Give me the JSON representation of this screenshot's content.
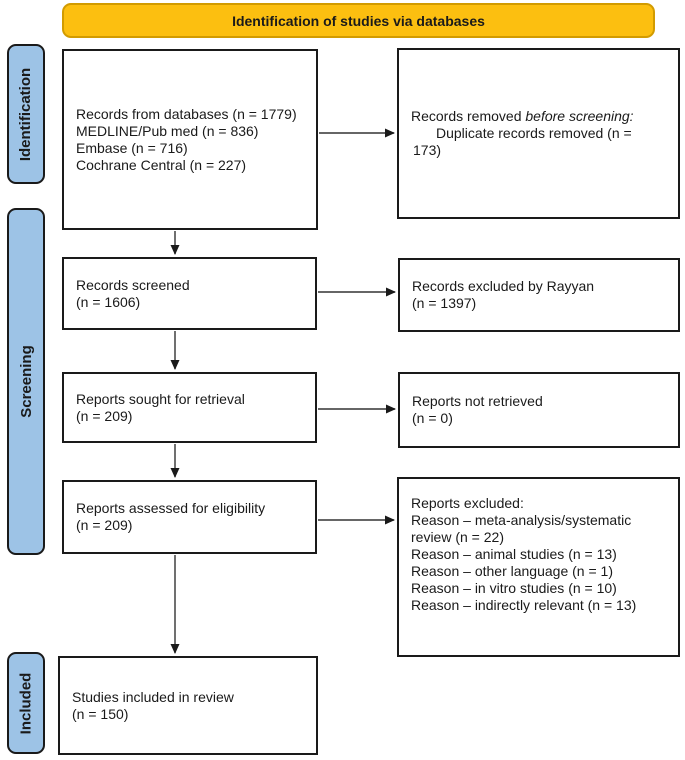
{
  "header": {
    "title": "Identification of studies via databases"
  },
  "stages": [
    {
      "label": "Identification"
    },
    {
      "label": "Screening"
    },
    {
      "label": "Included"
    }
  ],
  "boxes": {
    "records_identified": {
      "lines": [
        "Records from databases (n = 1779)",
        "MEDLINE/Pub med (n = 836)",
        "Embase (n = 716)",
        "Cochrane Central (n = 227)"
      ]
    },
    "records_removed": {
      "intro_regular": "Records removed ",
      "intro_italic": "before screening:",
      "detail_lines": [
        "Duplicate records removed (n =",
        "173)"
      ]
    },
    "records_screened": {
      "lines": [
        "Records screened",
        "(n = 1606)"
      ]
    },
    "records_excluded_rayyan": {
      "lines": [
        "Records excluded by Rayyan",
        "(n = 1397)"
      ]
    },
    "reports_sought": {
      "lines": [
        "Reports sought for retrieval",
        "(n = 209)"
      ]
    },
    "reports_not_retrieved": {
      "lines": [
        "Reports not retrieved",
        "(n = 0)"
      ]
    },
    "reports_assessed": {
      "lines": [
        "Reports assessed for eligibility",
        "(n = 209)"
      ]
    },
    "reports_excluded": {
      "lines": [
        "Reports excluded:",
        "Reason – meta-analysis/systematic",
        "review (n = 22)",
        "Reason – animal studies (n = 13)",
        "Reason – other language (n = 1)",
        "Reason – in vitro studies (n = 10)",
        "Reason – indirectly relevant (n = 13)"
      ]
    },
    "studies_included": {
      "lines": [
        "Studies included in review",
        "(n = 150)"
      ]
    }
  },
  "colors": {
    "banner_fill": "#FCBF10",
    "banner_border": "#D29B00",
    "stage_fill": "#9DC3E6",
    "box_border": "#1A1A1A",
    "arrow": "#333333"
  }
}
